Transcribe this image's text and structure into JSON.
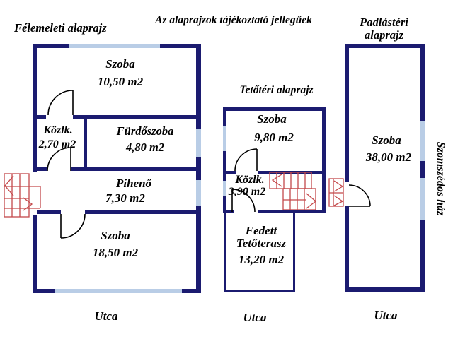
{
  "colors": {
    "wall": "#1b1b70",
    "window": "#b9cde6",
    "stair": "#c4494b",
    "door": "#000000",
    "text": "#000000",
    "background": "#ffffff"
  },
  "disclaimer": "Az alaprajzok tájékoztató jellegűek",
  "street": "Utca",
  "plans": {
    "mezzanine": {
      "title": "Félemeleti alaprajz",
      "rooms": {
        "szoba1": {
          "name": "Szoba",
          "area": "10,50 m2"
        },
        "kozlk": {
          "name": "Közlk.",
          "area": "2,70 m2"
        },
        "furdoszoba": {
          "name": "Fürdőszoba",
          "area": "4,80 m2"
        },
        "piheno": {
          "name": "Pihenő",
          "area": "7,30 m2"
        },
        "szoba2": {
          "name": "Szoba",
          "area": "18,50 m2"
        }
      }
    },
    "attic": {
      "title": "Tetőtéri alaprajz",
      "rooms": {
        "szoba": {
          "name": "Szoba",
          "area": "9,80 m2"
        },
        "kozlk": {
          "name": "Közlk.",
          "area": "3,90 m2"
        },
        "terasz": {
          "name_line1": "Fedett",
          "name_line2": "Tetőterasz",
          "area": "13,20 m2"
        }
      }
    },
    "loft": {
      "title_line1": "Padlástéri",
      "title_line2": "alaprajz",
      "rooms": {
        "szoba": {
          "name": "Szoba",
          "area": "38,00 m2"
        }
      },
      "neighbor": "Szomszédos ház"
    }
  }
}
